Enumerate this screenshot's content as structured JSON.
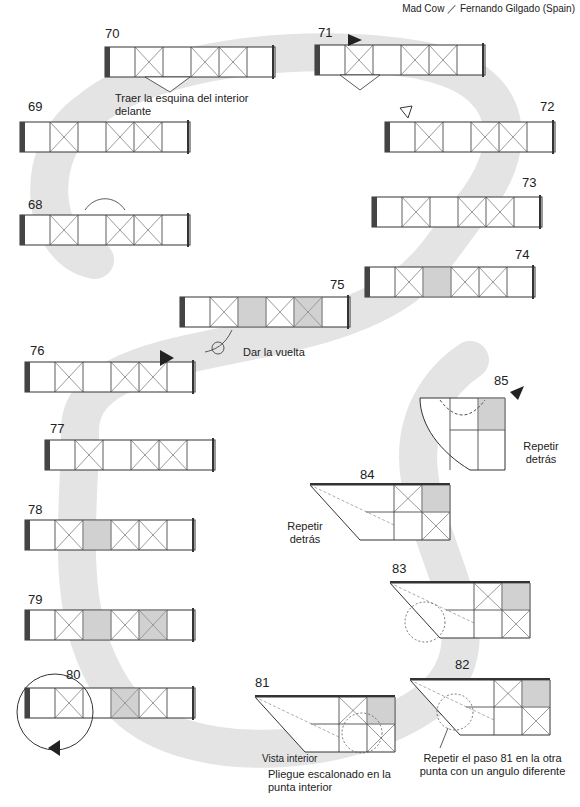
{
  "diagram": {
    "title": "Mad Cow ／ Fernando Gilgado (Spain)",
    "labels": [
      "70",
      "71",
      "Traer la esquina del interior delante",
      "69",
      "72",
      "68",
      "73",
      "74",
      "75",
      "Dar la vuelta",
      "76",
      "85",
      "Repetir detrás",
      "77",
      "84",
      "Repetir detrás",
      "78",
      "83",
      "79",
      "80",
      "81",
      "82",
      "Vista interior",
      "Pliegue escalonado en la punta interior",
      "Repetir el paso 81 en la otra punta con un angulo diferente"
    ]
  }
}
